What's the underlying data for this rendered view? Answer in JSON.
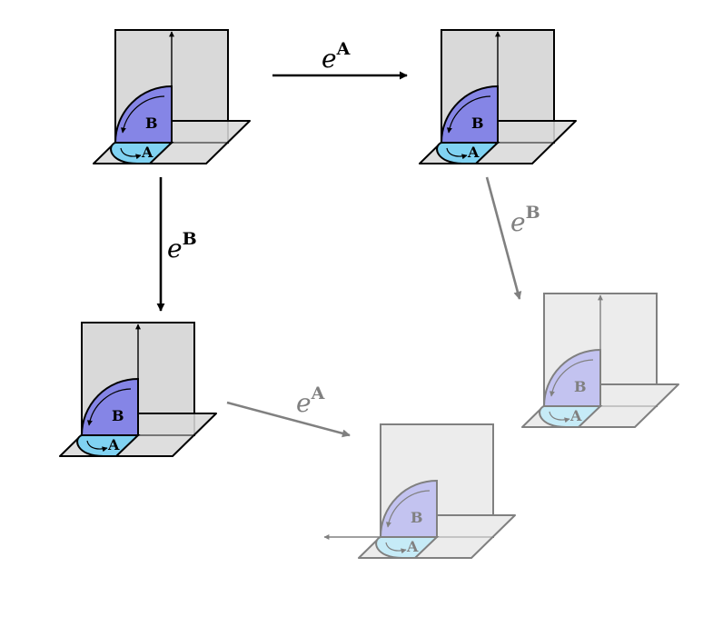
{
  "colors": {
    "wall": "#d9d9d9",
    "wall_faded": "#ececec",
    "floor": "#d9d9d9",
    "floor_faded": "#ececec",
    "arc_b": "#8585e6",
    "arc_b_faded": "#c3c3f0",
    "arc_a": "#80d2f2",
    "arc_a_faded": "#c6ebf7",
    "stroke": "#000000",
    "stroke_faded": "#808080"
  },
  "tiles": [
    {
      "id": "top-left",
      "label_a": "A",
      "label_b": "B",
      "faded": false
    },
    {
      "id": "top-right",
      "label_a": "A",
      "label_b": "B",
      "faded": false
    },
    {
      "id": "bottom-left",
      "label_a": "A",
      "label_b": "B",
      "faded": false
    },
    {
      "id": "right",
      "label_a": "A",
      "label_b": "B",
      "faded": true
    },
    {
      "id": "bottom-center",
      "label_a": "A",
      "label_b": "B",
      "faded": true
    }
  ],
  "edges": [
    {
      "id": "top",
      "base": "e",
      "sup": "A",
      "faded": false
    },
    {
      "id": "left",
      "base": "e",
      "sup": "B",
      "faded": false
    },
    {
      "id": "right",
      "base": "e",
      "sup": "B",
      "faded": true
    },
    {
      "id": "bottom",
      "base": "e",
      "sup": "A",
      "faded": true
    }
  ]
}
